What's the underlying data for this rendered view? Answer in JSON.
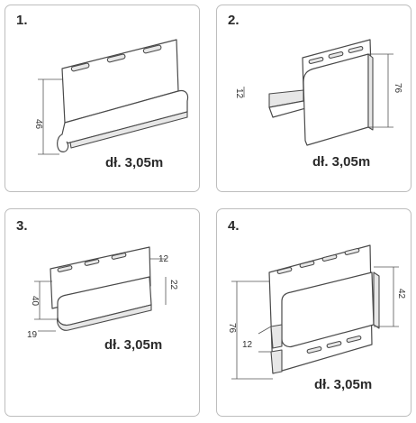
{
  "cards": [
    {
      "number": "1.",
      "length": "dł. 3,05m",
      "dims": [
        "46"
      ]
    },
    {
      "number": "2.",
      "length": "dł. 3,05m",
      "dims": [
        "12",
        "76"
      ]
    },
    {
      "number": "3.",
      "length": "dł. 3,05m",
      "dims": [
        "12",
        "22",
        "40",
        "19"
      ]
    },
    {
      "number": "4.",
      "length": "dł. 3,05m",
      "dims": [
        "42",
        "12",
        "76"
      ]
    }
  ],
  "colors": {
    "border": "#bdbdbd",
    "line": "#4a4a4a",
    "shade": "#e7e7e7"
  }
}
